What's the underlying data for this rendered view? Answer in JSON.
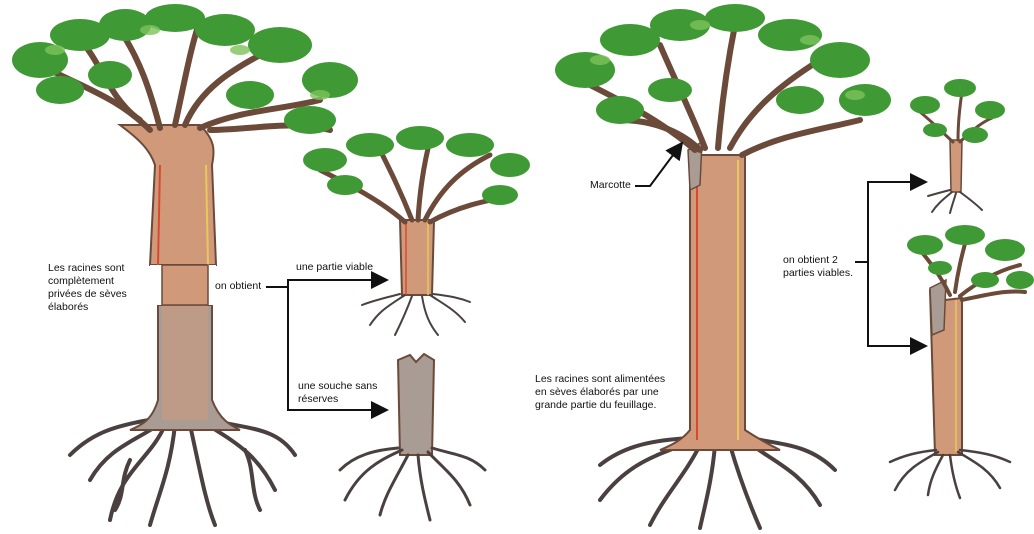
{
  "labels": {
    "left_roots": [
      "Les racines sont",
      "complètement",
      "privées de sèves",
      "élaborés"
    ],
    "on_obtient": "on obtient",
    "viable_part": "une partie viable",
    "stump": [
      "une souche sans",
      "réserves"
    ],
    "marcotte": "Marcotte",
    "two_parts": [
      "on obtient 2",
      "parties viables."
    ],
    "right_roots": [
      "Les racines sont alimentées",
      "en sèves élaborés par une",
      "grande partie du feuillage."
    ]
  },
  "colors": {
    "leaf": "#3f9a35",
    "leaf_light": "#7cc35a",
    "trunk": "#d09a7a",
    "trunk_edge": "#6b4a3a",
    "cambium_red": "#d84a30",
    "cambium_yellow": "#e8c85a",
    "dead_wood": "#a99c94",
    "root": "#4a4040"
  }
}
